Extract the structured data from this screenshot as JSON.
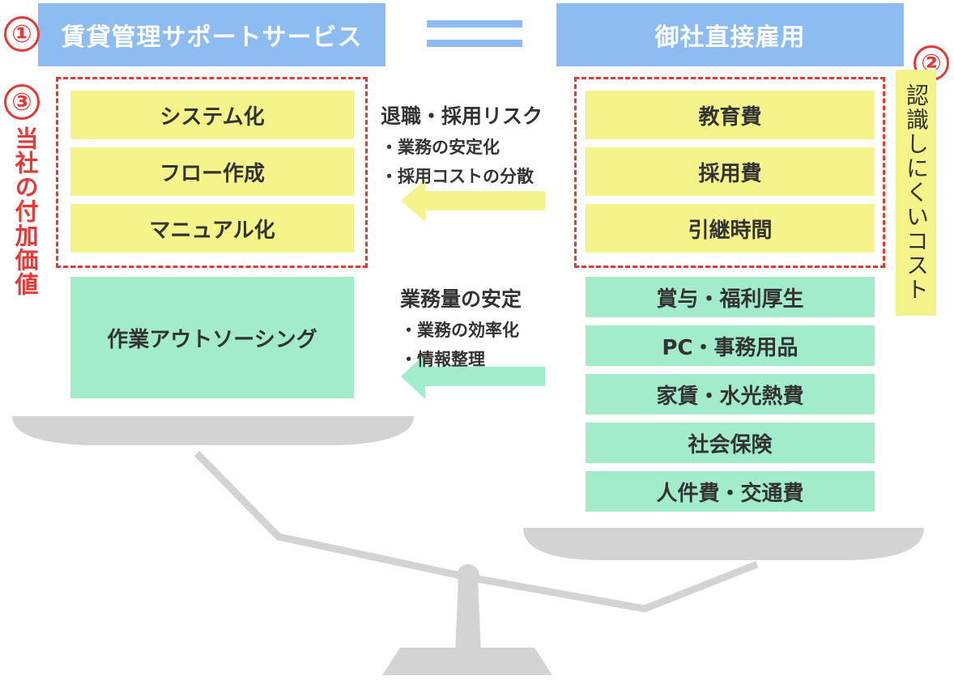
{
  "left_header": "賃貸管理サポートサービス",
  "right_header": "御社直接雇用",
  "markers": {
    "one": "①",
    "two": "②",
    "three": "③"
  },
  "left_vertical_label": "当社の付加価値",
  "right_vertical_label": "認識しにくいコスト",
  "left_yellow_items": [
    "システム化",
    "フロー作成",
    "マニュアル化"
  ],
  "left_green_item": "作業アウトソーシング",
  "right_yellow_items": [
    "教育費",
    "採用費",
    "引継時間"
  ],
  "right_green_items": [
    "賞与・福利厚生",
    "PC・事務用品",
    "家賃・水光熱費",
    "社会保険",
    "人件費・交通費"
  ],
  "middle_upper": {
    "title": "退職・採用リスク",
    "items": [
      "・業務の安定化",
      "・採用コストの分散"
    ]
  },
  "middle_lower": {
    "title": "業務量の安定",
    "items": [
      "・業務の効率化",
      "・情報整理"
    ]
  },
  "colors": {
    "header_blue": "#8dbcf2",
    "yellow": "#f4f48a",
    "green": "#a2ebcb",
    "red": "#e53935",
    "scale_gray": "#d3d3d3"
  }
}
